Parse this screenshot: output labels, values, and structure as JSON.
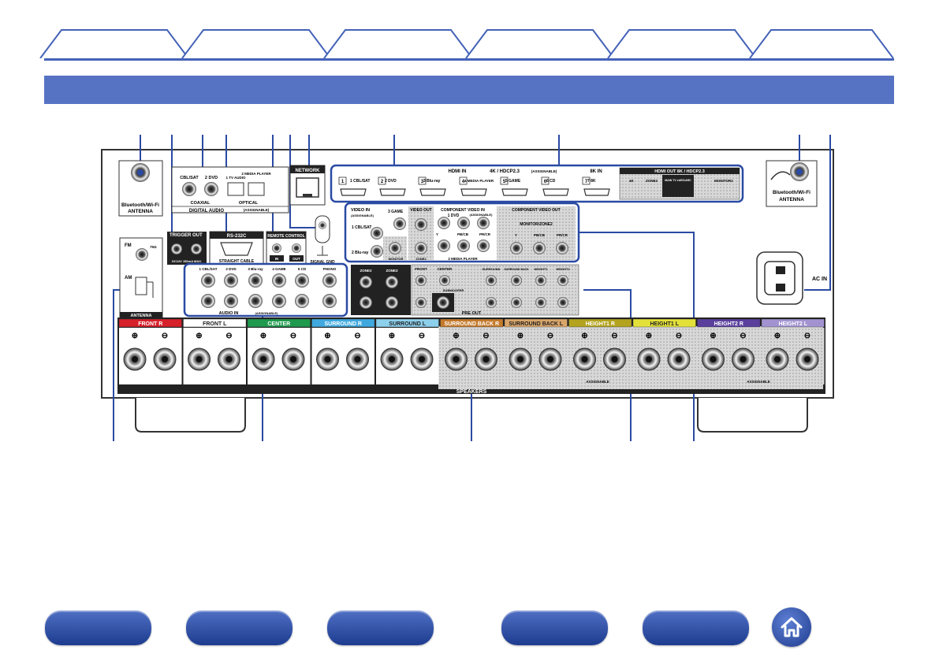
{
  "tabs": [
    {
      "label": ""
    },
    {
      "label": ""
    },
    {
      "label": ""
    },
    {
      "label": ""
    },
    {
      "label": ""
    },
    {
      "label": ""
    }
  ],
  "title": "",
  "panel": {
    "bt_antenna_left": [
      "Bluetooth/Wi-Fi",
      "ANTENNA"
    ],
    "bt_antenna_right": [
      "Bluetooth/Wi-Fi",
      "ANTENNA"
    ],
    "digital_audio": {
      "title": "DIGITAL AUDIO",
      "coaxial": "COAXIAL",
      "optical": "OPTICAL",
      "assignable": "(ASSIGNABLE)",
      "in1": "CBL/SAT",
      "in2": "2 DVD",
      "opt1": "1 TV AUDIO",
      "opt2": "2 MEDIA PLAYER"
    },
    "network": "NETWORK",
    "hdmi_in": {
      "title": "HDMI IN",
      "spec": "4K / HDCP2.3",
      "assignable": "(ASSIGNABLE)",
      "inputs": [
        "1 CBL/SAT",
        "2 DVD",
        "3 Blu-ray",
        "4 MEDIA PLAYER",
        "5 GAME",
        "6 CD"
      ]
    },
    "hdmi_8k": {
      "title": "8K IN",
      "input": "7 8K"
    },
    "hdmi_out": {
      "title": "HDMI OUT 8K / HDCP2.3",
      "outs": [
        "4K",
        "ZONE2",
        "MAIN TV eARC/ARC",
        "MONITOR2"
      ]
    },
    "trigger": {
      "title": "TRIGGER OUT",
      "sub": "DC12V 150mA MAX."
    },
    "rs232c": {
      "title": "RS-232C",
      "sub": "STRAIGHT CABLE"
    },
    "remote": {
      "title": "REMOTE CONTROL",
      "in": "IN",
      "out": "OUT"
    },
    "signal_gnd": "SIGNAL GND",
    "video_in": {
      "title": "VIDEO IN",
      "assignable": "(ASSIGNABLE)",
      "labels": [
        "1 CBL/SAT",
        "2 Blu-ray",
        "3 GAME"
      ]
    },
    "video_out": {
      "title": "VIDEO OUT",
      "labels": [
        "MONITOR",
        "ZONE2"
      ]
    },
    "component_in": {
      "title": "COMPONENT VIDEO IN",
      "assignable": "(ASSIGNABLE)",
      "labels": [
        "1 DVD",
        "2 MEDIA PLAYER"
      ],
      "channels": [
        "Y",
        "PB/CB",
        "PR/CR"
      ]
    },
    "component_out": {
      "title": "COMPONENT VIDEO OUT",
      "sub": "MONITOR/ZONE2",
      "channels": [
        "Y",
        "PB/CB",
        "PR/CR"
      ]
    },
    "antenna": {
      "title": "ANTENNA",
      "fm": "FM",
      "fm_ohm": "75Ω",
      "am": "AM"
    },
    "audio_in": {
      "title": "AUDIO IN",
      "assignable": "(ASSIGNABLE)",
      "inputs": [
        "1 CBL/SAT",
        "2 DVD",
        "3 Blu-ray",
        "4 GAME",
        "5 CD"
      ],
      "phono": "PHONO"
    },
    "zone_out": [
      "ZONE2",
      "ZONE3"
    ],
    "pre_out": {
      "title": "PRE OUT",
      "labels": [
        "FRONT",
        "CENTER",
        "SUBWOOFER",
        "SURROUND",
        "SURROUND BACK",
        "HEIGHT1",
        "HEIGHT2"
      ]
    },
    "ac_in": "AC IN",
    "speakers": {
      "title": "SPEAKERS",
      "assignable": "ASSIGNABLE",
      "channels": [
        {
          "label": "FRONT R",
          "color": "#d6202a"
        },
        {
          "label": "FRONT L",
          "color": "#ffffff"
        },
        {
          "label": "CENTER",
          "color": "#1f9a4d"
        },
        {
          "label": "SURROUND R",
          "color": "#3fa9df"
        },
        {
          "label": "SURROUND L",
          "color": "#8cd0ec"
        },
        {
          "label": "SURROUND BACK R",
          "color": "#c47a2c"
        },
        {
          "label": "SURROUND BACK L",
          "color": "#d9a66a"
        },
        {
          "label": "HEIGHT1 R",
          "color": "#b3a31e"
        },
        {
          "label": "HEIGHT1 L",
          "color": "#e3e03a"
        },
        {
          "label": "HEIGHT2 R",
          "color": "#5a3f9d"
        },
        {
          "label": "HEIGHT2 L",
          "color": "#a293d0"
        }
      ]
    }
  },
  "bottom_nav": [
    {
      "label": ""
    },
    {
      "label": ""
    },
    {
      "label": ""
    },
    {
      "label": ""
    },
    {
      "label": ""
    }
  ],
  "home_icon": "home-icon",
  "colors": {
    "accent": "#5673c3",
    "rule": "#4463b8",
    "nav": "#2a4aa3"
  }
}
